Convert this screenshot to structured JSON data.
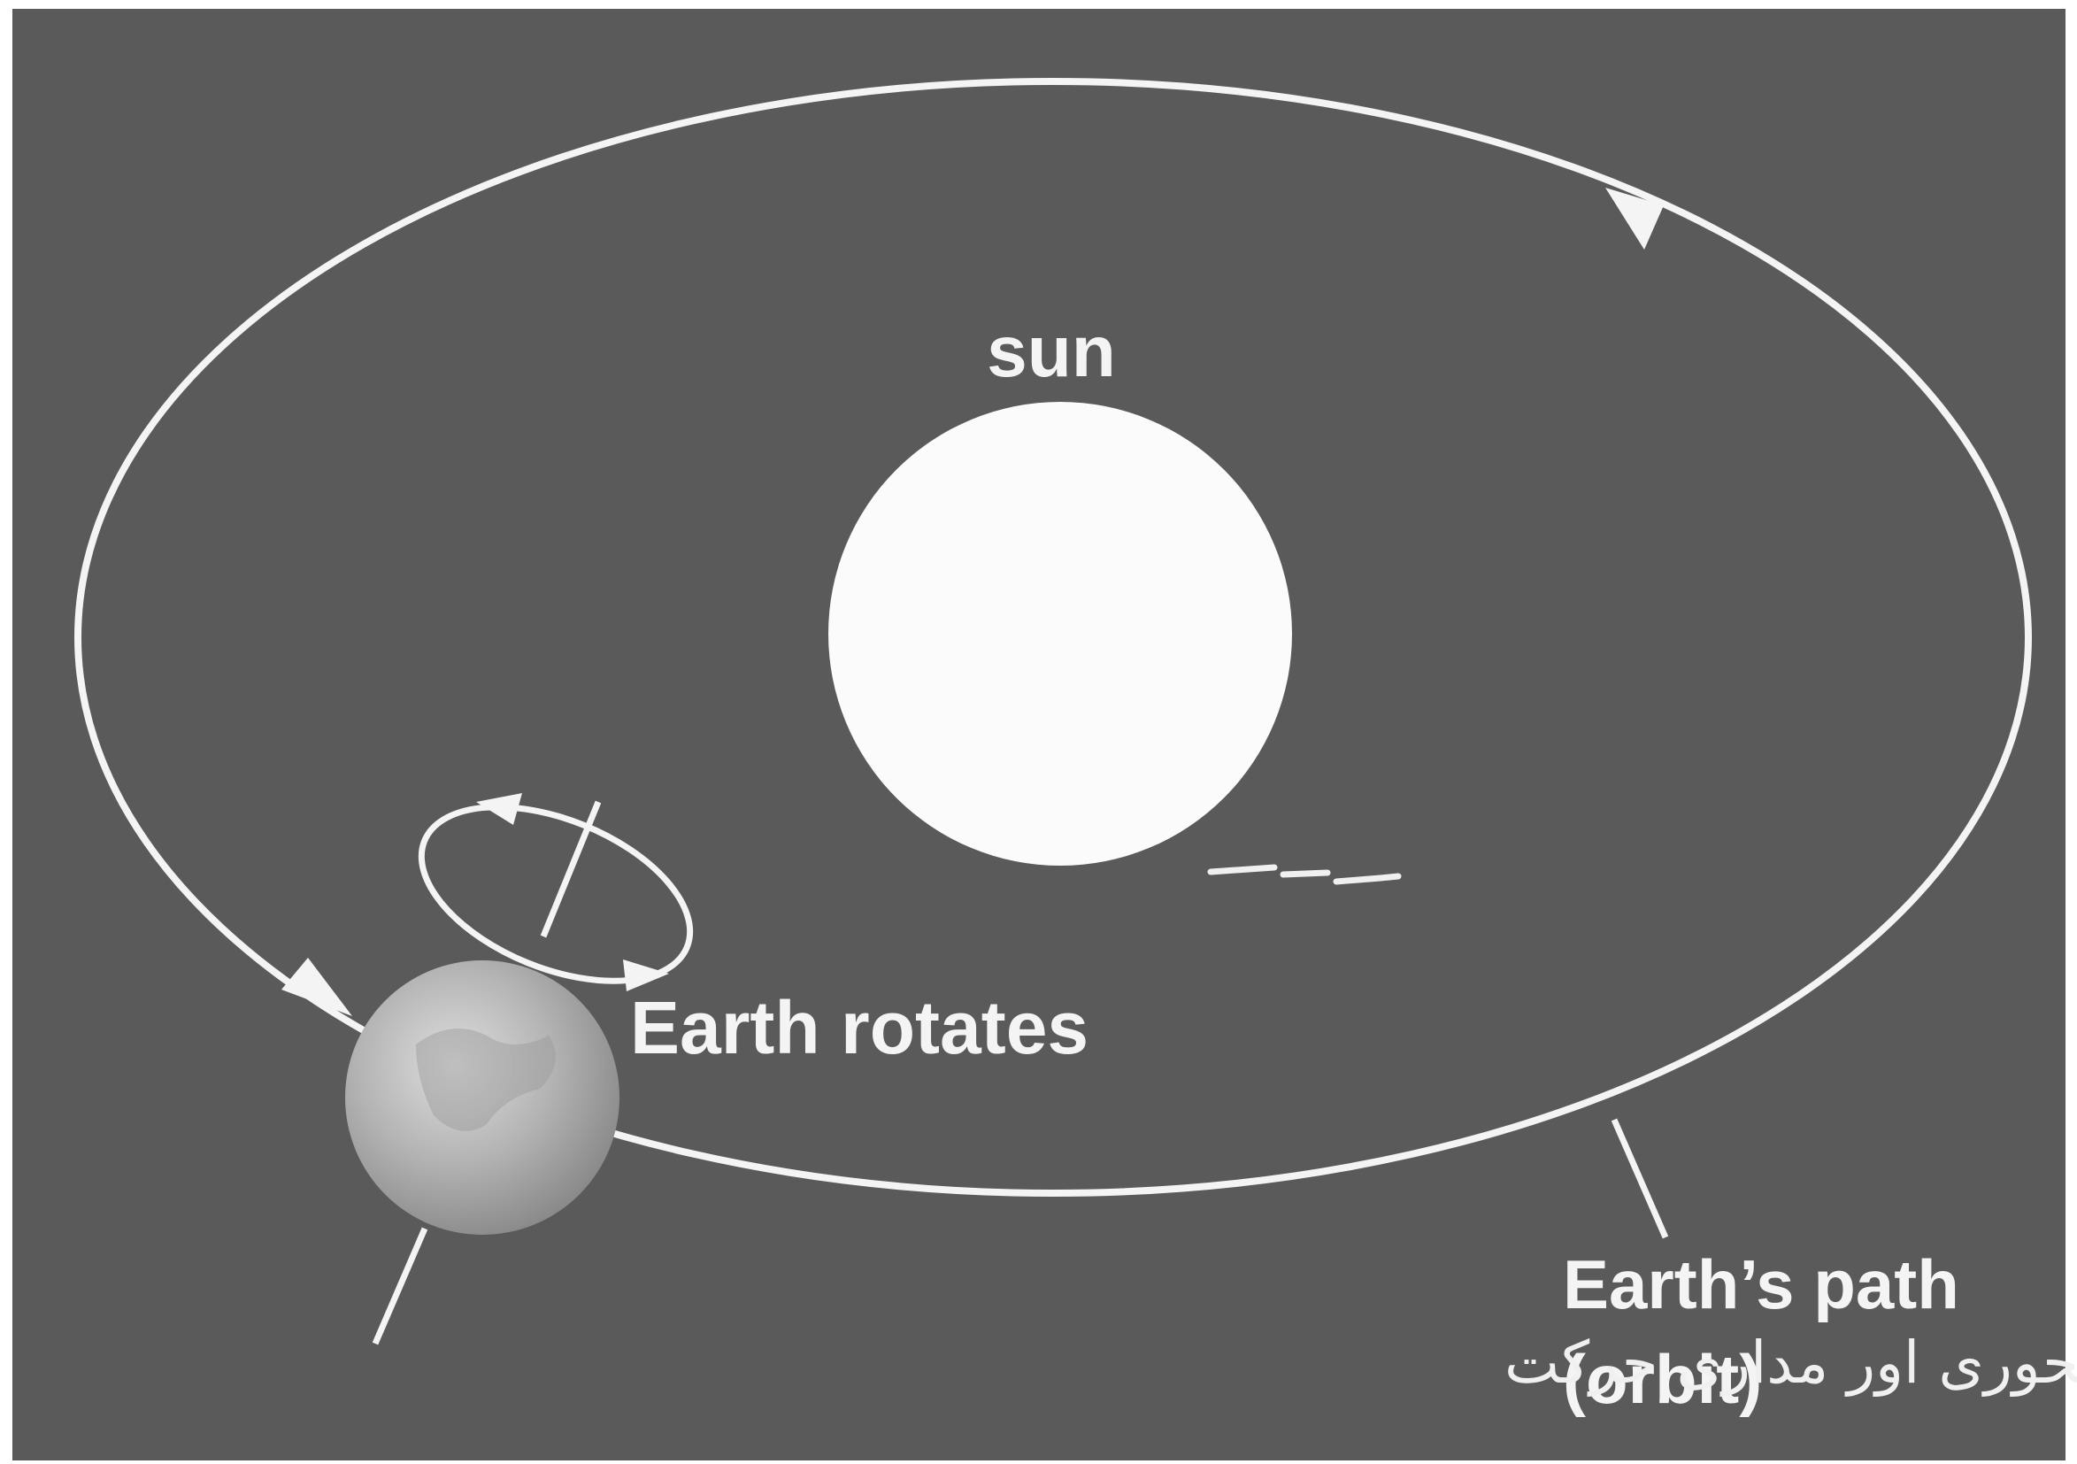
{
  "colors": {
    "background": "#5e5e5e",
    "foreground": "#f4f4f4",
    "earth": "#a9a9a9"
  },
  "labels": {
    "sun": "sun",
    "earth_rotates": "Earth rotates",
    "earth_path_line1": "Earth’s path",
    "earth_path_line2": "(orbit)",
    "caption_urdu": "زمین کی محوری اور مداری حرکت"
  }
}
